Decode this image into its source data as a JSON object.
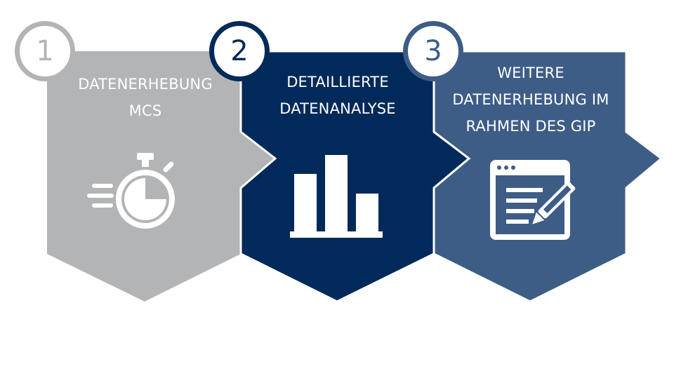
{
  "colors": {
    "step1": "#b2b4b6",
    "step2": "#012a5a",
    "step3": "#3d5d87",
    "background": "#ffffff"
  },
  "steps": [
    {
      "number": "1",
      "label": "DATENERHEBUNG\nMCS",
      "icon": "stopwatch-icon"
    },
    {
      "number": "2",
      "label": "DETAILLIERTE\nDATENANALYSE",
      "icon": "bar-chart-icon"
    },
    {
      "number": "3",
      "label": "WEITERE\nDATENERHEBUNG IM\nRAHMEN DES GIP",
      "icon": "document-edit-icon"
    }
  ]
}
